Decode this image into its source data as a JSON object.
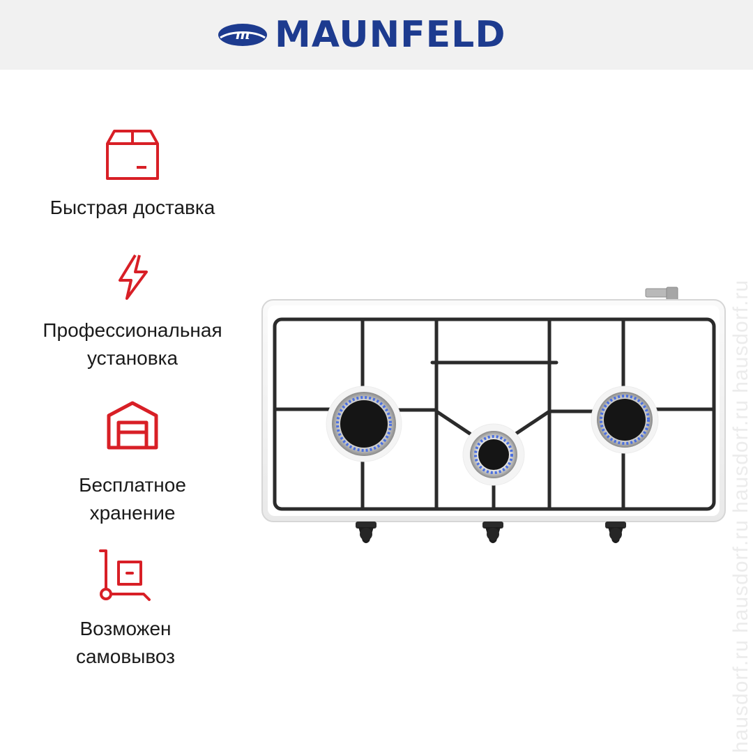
{
  "brand": {
    "name": "MAUNFELD",
    "color": "#1d3b8f"
  },
  "accent_color": "#d81f26",
  "features": [
    {
      "icon": "box-icon",
      "label": "Быстрая доставка"
    },
    {
      "icon": "lightning-icon",
      "label": "Профессиональная\nустановка"
    },
    {
      "icon": "warehouse-icon",
      "label": "Бесплатное\nхранение"
    },
    {
      "icon": "hand-truck-icon",
      "label": "Возможен\nсамовывоз"
    }
  ],
  "watermark": "hausdorf.ru   hausdorf.ru   hausdorf.ru   hausdorf.ru",
  "product": {
    "type": "gas-hob",
    "burners": 3,
    "knobs": 3,
    "color": "#ffffff"
  }
}
